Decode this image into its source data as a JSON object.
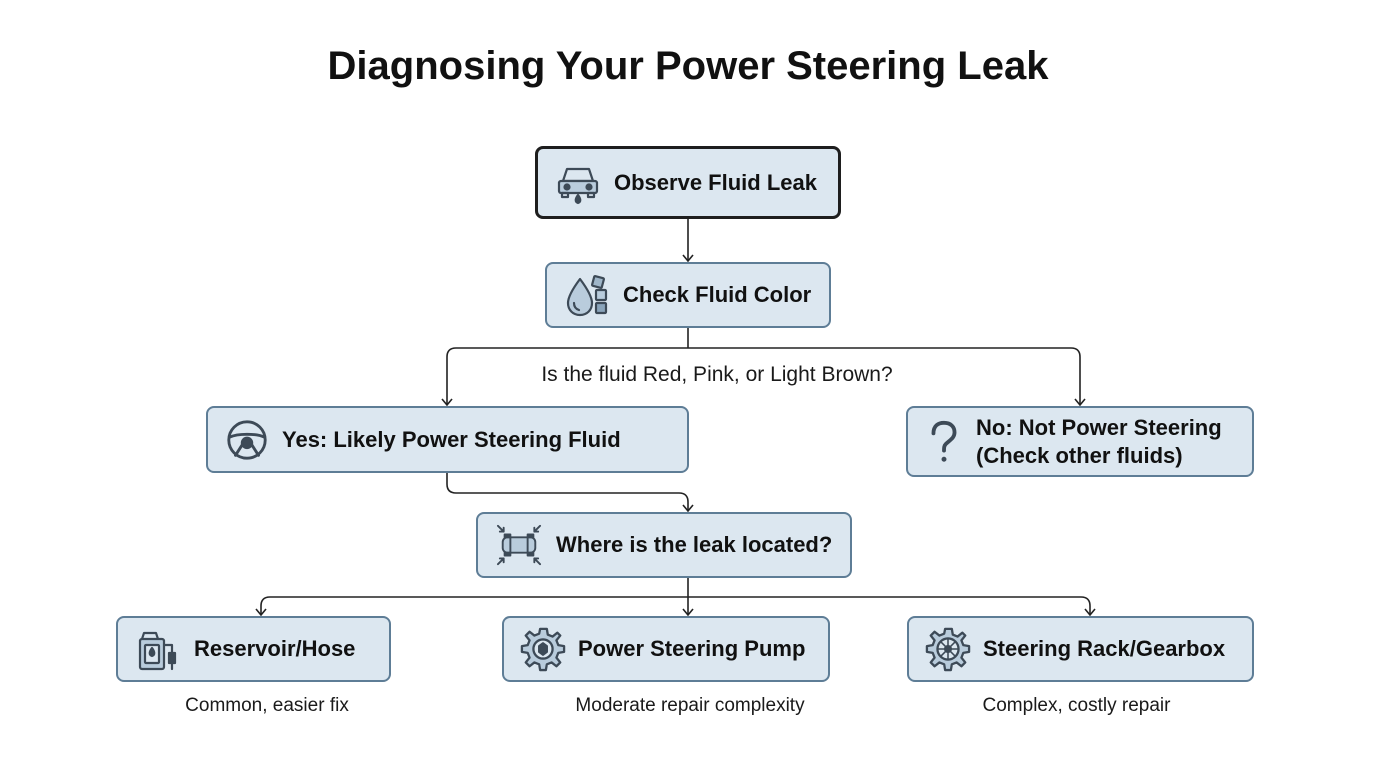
{
  "title": "Diagnosing Your Power Steering Leak",
  "colors": {
    "node_fill": "#dce7f0",
    "node_border": "#5e7d96",
    "start_border": "#1e1e1e",
    "icon": "#3d4a57",
    "line": "#222222"
  },
  "nodes": {
    "observe": {
      "label": "Observe Fluid Leak",
      "icon": "car-leak-icon"
    },
    "check": {
      "label": "Check Fluid Color",
      "icon": "fluid-drop-swatch-icon"
    },
    "yes": {
      "label": "Yes: Likely Power Steering Fluid",
      "icon": "steering-wheel-icon"
    },
    "no": {
      "label_line1": "No: Not Power Steering",
      "label_line2": "(Check other fluids)",
      "icon": "question-mark-icon"
    },
    "where": {
      "label": "Where is the leak located?",
      "icon": "car-locate-icon"
    },
    "reservoir": {
      "label": "Reservoir/Hose",
      "icon": "fluid-reservoir-icon",
      "note": "Common, easier fix"
    },
    "pump": {
      "label": "Power Steering Pump",
      "icon": "pump-gear-icon",
      "note": "Moderate repair complexity"
    },
    "rack": {
      "label": "Steering Rack/Gearbox",
      "icon": "gearbox-icon",
      "note": "Complex, costly repair"
    }
  },
  "question": "Is the fluid Red, Pink, or Light Brown?"
}
